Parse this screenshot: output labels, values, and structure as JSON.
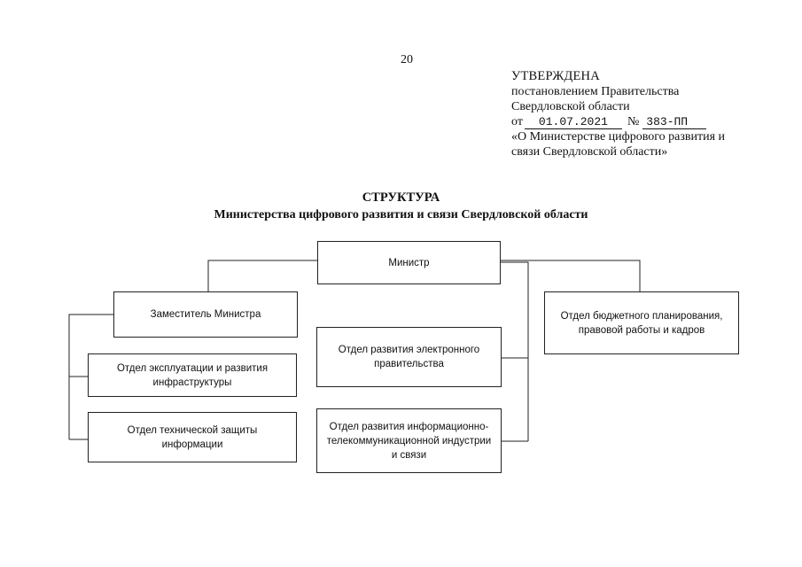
{
  "page_number": "20",
  "approval": {
    "title": "УТВЕРЖДЕНА",
    "line1": "постановлением Правительства",
    "line2": "Свердловской области",
    "date_prefix": "от",
    "date": "01.07.2021",
    "number_prefix": "№",
    "number": "383-ПП",
    "subject_line1": "«О Министерстве цифрового развития и",
    "subject_line2": "связи Свердловской области»"
  },
  "document": {
    "title": "СТРУКТУРА",
    "subtitle": "Министерства цифрового развития и связи Свердловской области"
  },
  "org_chart": {
    "minister": "Министр",
    "deputy": "Заместитель Министра",
    "infrastructure_dept": "Отдел эксплуатации и развития инфраструктуры",
    "security_dept": "Отдел технической защиты информации",
    "egov_dept": "Отдел развития электронного правительства",
    "ict_dept": "Отдел развития информационно-телекоммуникационной индустрии и связи",
    "budget_dept": "Отдел бюджетного планирования, правовой работы и кадров"
  }
}
